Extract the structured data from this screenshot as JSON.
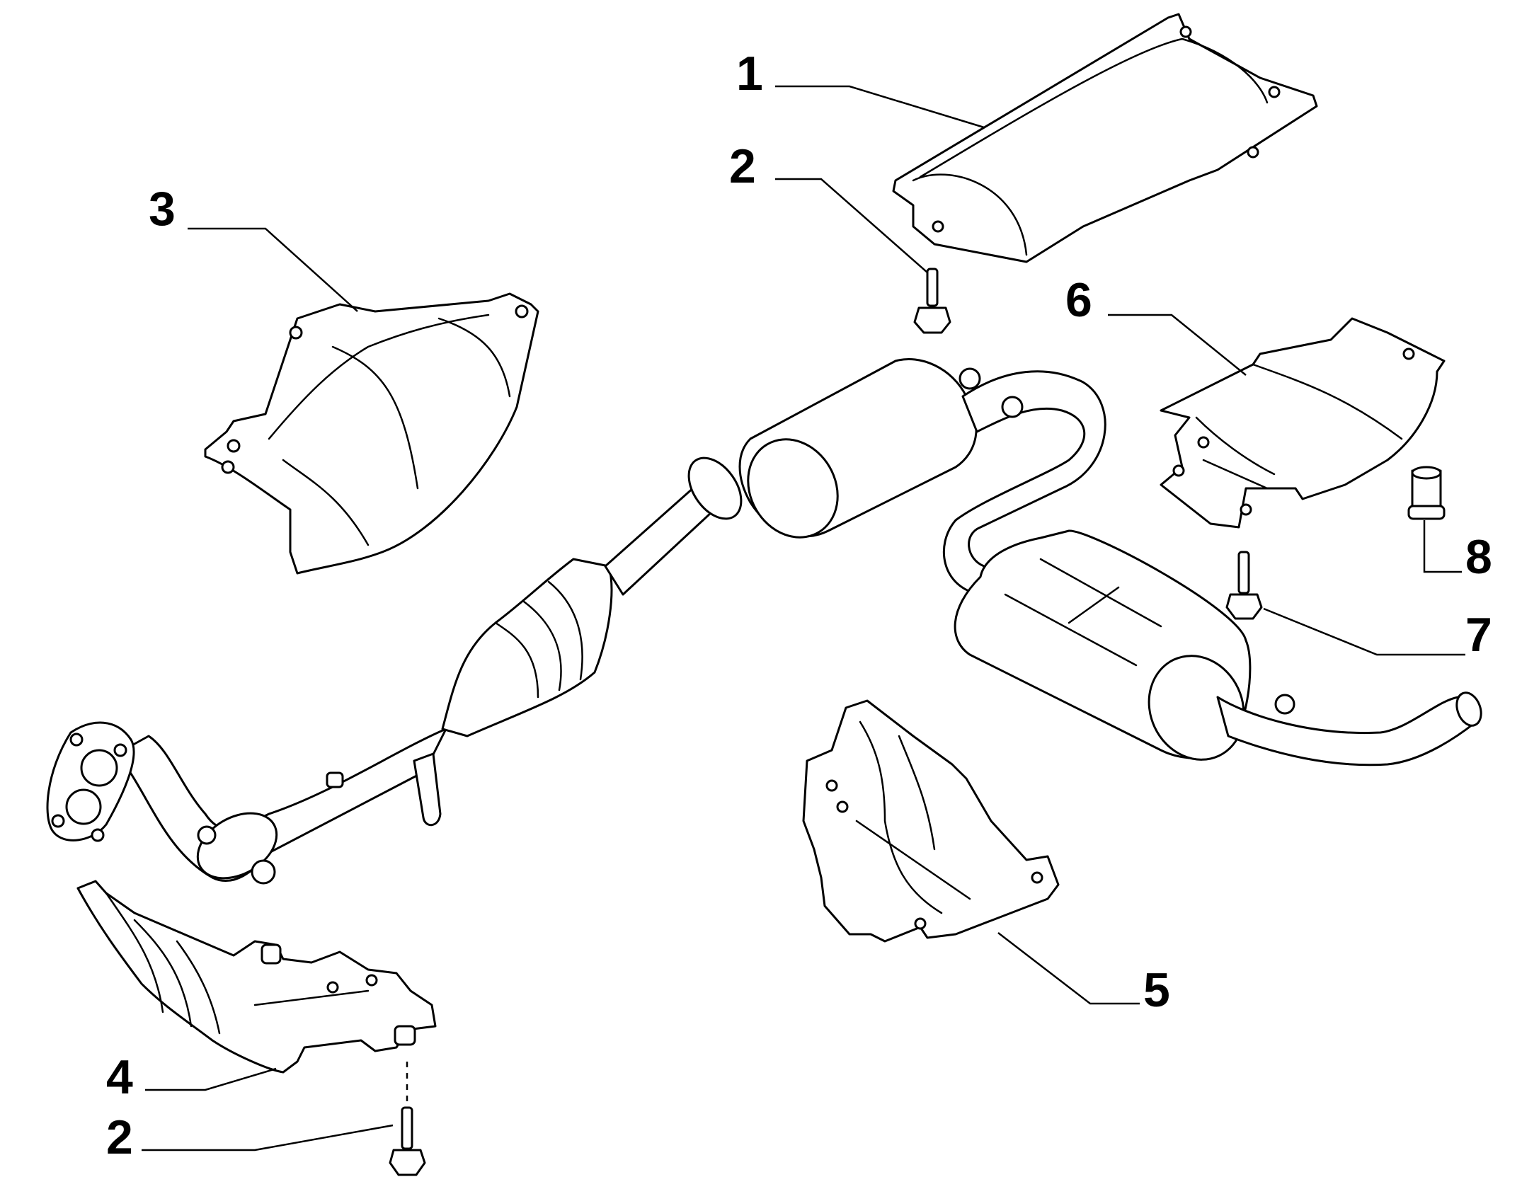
{
  "diagram": {
    "colors": {
      "line": "#000000",
      "background": "#ffffff"
    },
    "callouts": [
      {
        "id": "c1",
        "label": "1",
        "part": "heat-shield-top-right"
      },
      {
        "id": "c2a",
        "label": "2",
        "part": "bolt-upper"
      },
      {
        "id": "c3",
        "label": "3",
        "part": "heat-shield-upper-left"
      },
      {
        "id": "c6",
        "label": "6",
        "part": "heat-shield-right"
      },
      {
        "id": "c8",
        "label": "8",
        "part": "spacer-nut"
      },
      {
        "id": "c7",
        "label": "7",
        "part": "bolt-right"
      },
      {
        "id": "c5",
        "label": "5",
        "part": "heat-shield-lower-middle"
      },
      {
        "id": "c4",
        "label": "4",
        "part": "heat-shield-lower-left"
      },
      {
        "id": "c2b",
        "label": "2",
        "part": "bolt-lower"
      }
    ]
  }
}
